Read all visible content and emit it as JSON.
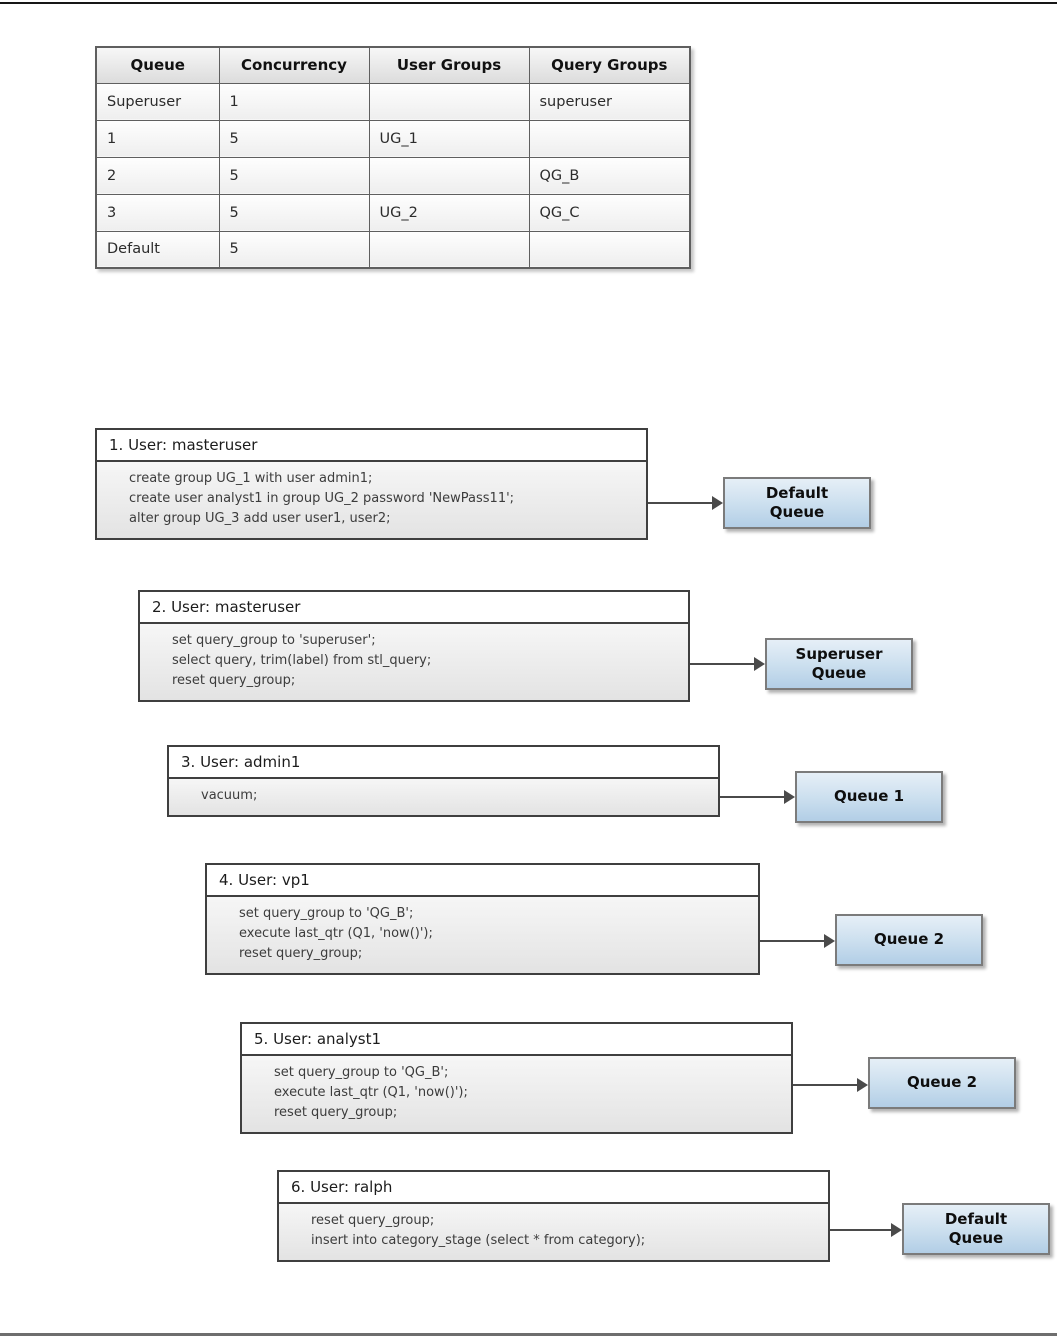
{
  "diagram": {
    "table": {
      "headers": [
        "Queue",
        "Concurrency",
        "User Groups",
        "Query Groups"
      ],
      "rows": [
        [
          "Superuser",
          "1",
          "",
          "superuser"
        ],
        [
          "1",
          "5",
          "UG_1",
          ""
        ],
        [
          "2",
          "5",
          "",
          "QG_B"
        ],
        [
          "3",
          "5",
          "UG_2",
          "QG_C"
        ],
        [
          "Default",
          "5",
          "",
          ""
        ]
      ]
    },
    "examples": [
      {
        "title": "1. User: masteruser",
        "sql": [
          "create group UG_1 with user admin1;",
          "create user analyst1 in group UG_2 password 'NewPass11';",
          "alter group UG_3 add user user1, user2;"
        ],
        "queue": [
          "Default",
          "Queue"
        ]
      },
      {
        "title": "2. User: masteruser",
        "sql": [
          "set query_group to 'superuser';",
          "select query, trim(label) from stl_query;",
          "reset query_group;"
        ],
        "queue": [
          "Superuser",
          "Queue"
        ]
      },
      {
        "title": "3. User: admin1",
        "sql": [
          "vacuum;"
        ],
        "queue": [
          "Queue 1"
        ]
      },
      {
        "title": "4. User: vp1",
        "sql": [
          "set query_group to 'QG_B';",
          "execute last_qtr (Q1, 'now()');",
          "reset query_group;"
        ],
        "queue": [
          "Queue 2"
        ]
      },
      {
        "title": "5. User: analyst1",
        "sql": [
          "set query_group to 'QG_B';",
          "execute last_qtr (Q1, 'now()');",
          "reset query_group;"
        ],
        "queue": [
          "Queue 2"
        ]
      },
      {
        "title": "6. User: ralph",
        "sql": [
          "reset query_group;",
          "insert into category_stage (select * from category);"
        ],
        "queue": [
          "Default",
          "Queue"
        ]
      }
    ],
    "colors": {
      "queue_box_gradient_top": "#e6eff7",
      "queue_box_gradient_bottom": "#b2cee6",
      "queue_box_border": "#7b7b7b",
      "panel_border": "#3f3f3f",
      "arrow": "#4a4a4a",
      "table_border": "#5f5f5f"
    }
  }
}
